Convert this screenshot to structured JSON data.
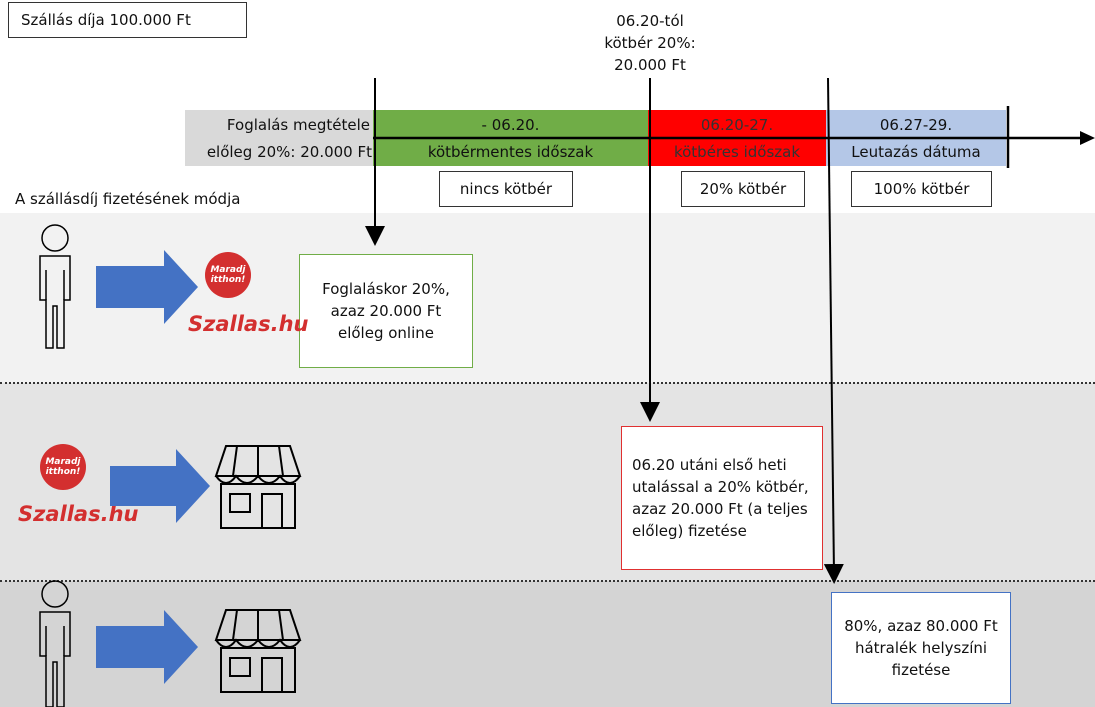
{
  "price_label": "Szállás díja 100.000 Ft",
  "top_note": {
    "line1": "06.20-tól",
    "line2": "kötbér 20%:",
    "line3": "20.000 Ft"
  },
  "timeline": {
    "left_label_1": "Foglalás megtétele",
    "left_label_2": "előleg 20%: 20.000 Ft",
    "segments": [
      {
        "top": "- 06.20.",
        "bottom": "kötbérmentes időszak",
        "color": "#70ad47"
      },
      {
        "top": "06.20-27.",
        "bottom": "kötbéres időszak",
        "color": "#ff0000"
      },
      {
        "top": "06.27-29.",
        "bottom": "Leutazás dátuma",
        "color": "#b4c7e7"
      }
    ],
    "penalty_labels": [
      "nincs kötbér",
      "20% kötbér",
      "100% kötbér"
    ]
  },
  "section_title": "A szállásdíj fizetésének módja",
  "logo": {
    "bubble": "Maradj itthon!",
    "brand": "Szallas.hu"
  },
  "rows": [
    {
      "note": "Foglaláskor 20%, azaz 20.000 Ft előleg online",
      "border": "#70ad47"
    },
    {
      "note": "06.20 utáni első heti utalással a 20% kötbér, azaz 20.000 Ft (a teljes előleg) fizetése",
      "border": "#e03030"
    },
    {
      "note": "80%, azaz 80.000 Ft hátralék helyszíni fizetése",
      "border": "#4472c4"
    }
  ],
  "colors": {
    "band_light": "#f2f2f2",
    "band_mid": "#e4e4e4",
    "band_dark": "#d4d4d4",
    "arrow_blue": "#4472c4",
    "brand_red": "#d32f2f"
  }
}
